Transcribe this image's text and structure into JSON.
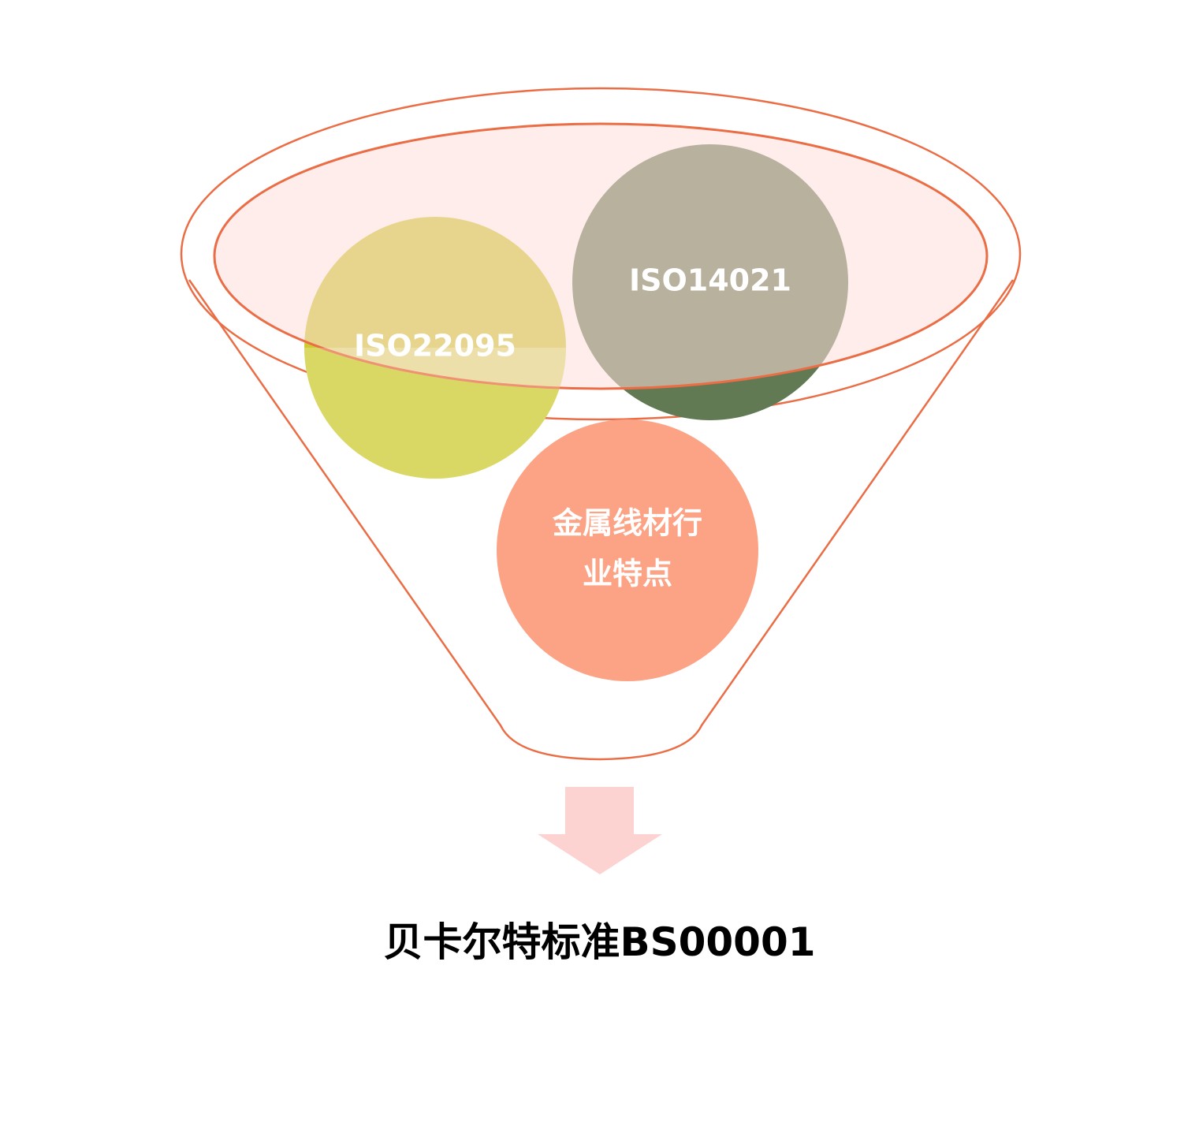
{
  "diagram": {
    "inputs": [
      {
        "label": "ISO22095",
        "color": "#cdcb32"
      },
      {
        "label": "ISO14021",
        "color": "#627a54"
      },
      {
        "label_lines": [
          "金属线材行",
          "业特点"
        ],
        "color": "#fca385"
      }
    ],
    "result": "贝卡尔特标准BS00001"
  },
  "colors": {
    "funnel_outline": "#ea6d45",
    "funnel_fill": "#fde6e3",
    "arrow": "#fdd3d1",
    "text_on_circle": "#ffffff",
    "result_text": "#000000"
  }
}
